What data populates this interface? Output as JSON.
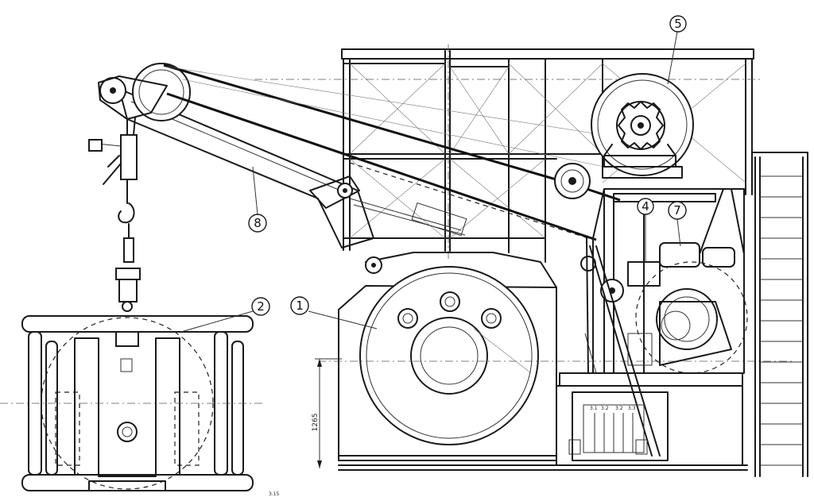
{
  "callouts": [
    {
      "id": "1",
      "text": "1"
    },
    {
      "id": "2",
      "text": "2"
    },
    {
      "id": "4",
      "text": "4"
    },
    {
      "id": "5",
      "text": "5"
    },
    {
      "id": "7",
      "text": "7"
    },
    {
      "id": "8",
      "text": "8"
    }
  ],
  "dimension_label": "1265",
  "drawing_number": "3.15",
  "panel_labels": [
    "3.1",
    "3.2",
    "3.2",
    "3.3"
  ]
}
